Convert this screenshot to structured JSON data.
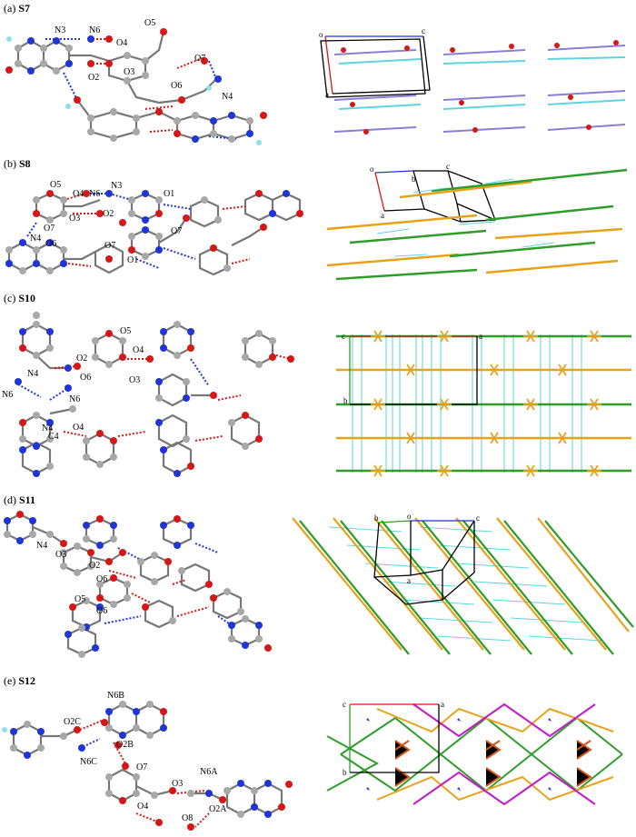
{
  "colors": {
    "carbon": "#a8a8a8",
    "oxygen": "#d41818",
    "nitrogen": "#1f35d6",
    "hydrogen": "#8fe0e8",
    "hbond_red": "#d41818",
    "hbond_blue": "#1f35d6",
    "green_layer": "#2e9d2a",
    "orange_layer": "#e7a21b",
    "magenta_layer": "#c21bc8",
    "cyan_contact": "#5fd3e0",
    "cell_red": "#d41818",
    "cell_blue": "#1f35d6",
    "cell_green": "#2e9d2a"
  },
  "panels": [
    {
      "id": "a",
      "prefix": "(a) ",
      "name": "S7",
      "atom_labels": [
        "N3",
        "N6",
        "O5",
        "O4",
        "O2",
        "O3",
        "O6",
        "O7",
        "N4"
      ],
      "cell_axes": [
        "o",
        "c",
        "a"
      ]
    },
    {
      "id": "b",
      "prefix": "(b) ",
      "name": "S8",
      "atom_labels": [
        "O5",
        "O4",
        "N6",
        "N3",
        "O1",
        "O3",
        "O2",
        "O7",
        "O6",
        "N4",
        "O7",
        "O1",
        "O7"
      ],
      "cell_axes": [
        "o",
        "b",
        "c",
        "a"
      ]
    },
    {
      "id": "c",
      "prefix": "(c) ",
      "name": "S10",
      "atom_labels": [
        "O5",
        "O2",
        "O4",
        "N4",
        "O6",
        "O3",
        "N6",
        "N6",
        "N4",
        "C4",
        "O4"
      ],
      "cell_axes": [
        "c",
        "a",
        "b"
      ]
    },
    {
      "id": "d",
      "prefix": "(d) ",
      "name": "S11",
      "atom_labels": [
        "N4",
        "O3",
        "O2",
        "O6",
        "O5",
        "O6"
      ],
      "cell_axes": [
        "b",
        "o",
        "c",
        "a"
      ]
    },
    {
      "id": "e",
      "prefix": "(e) ",
      "name": "S12",
      "atom_labels": [
        "O2C",
        "N6B",
        "N6C",
        "O2B",
        "O7",
        "O3",
        "N6A",
        "O4",
        "O2A",
        "O8"
      ],
      "cell_axes": [
        "c",
        "a",
        "b"
      ]
    }
  ]
}
